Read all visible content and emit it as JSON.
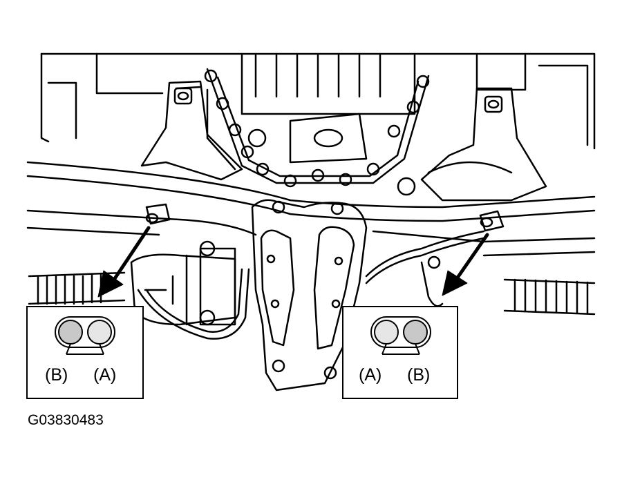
{
  "figure": {
    "id_code": "G03830483"
  },
  "callouts": {
    "left": {
      "label_first": "(B)",
      "label_second": "(A)"
    },
    "right": {
      "label_first": "(A)",
      "label_second": "(B)"
    }
  },
  "colors": {
    "ink": "#000000",
    "paper": "#ffffff",
    "dot_fill": "#c8c8c8"
  }
}
